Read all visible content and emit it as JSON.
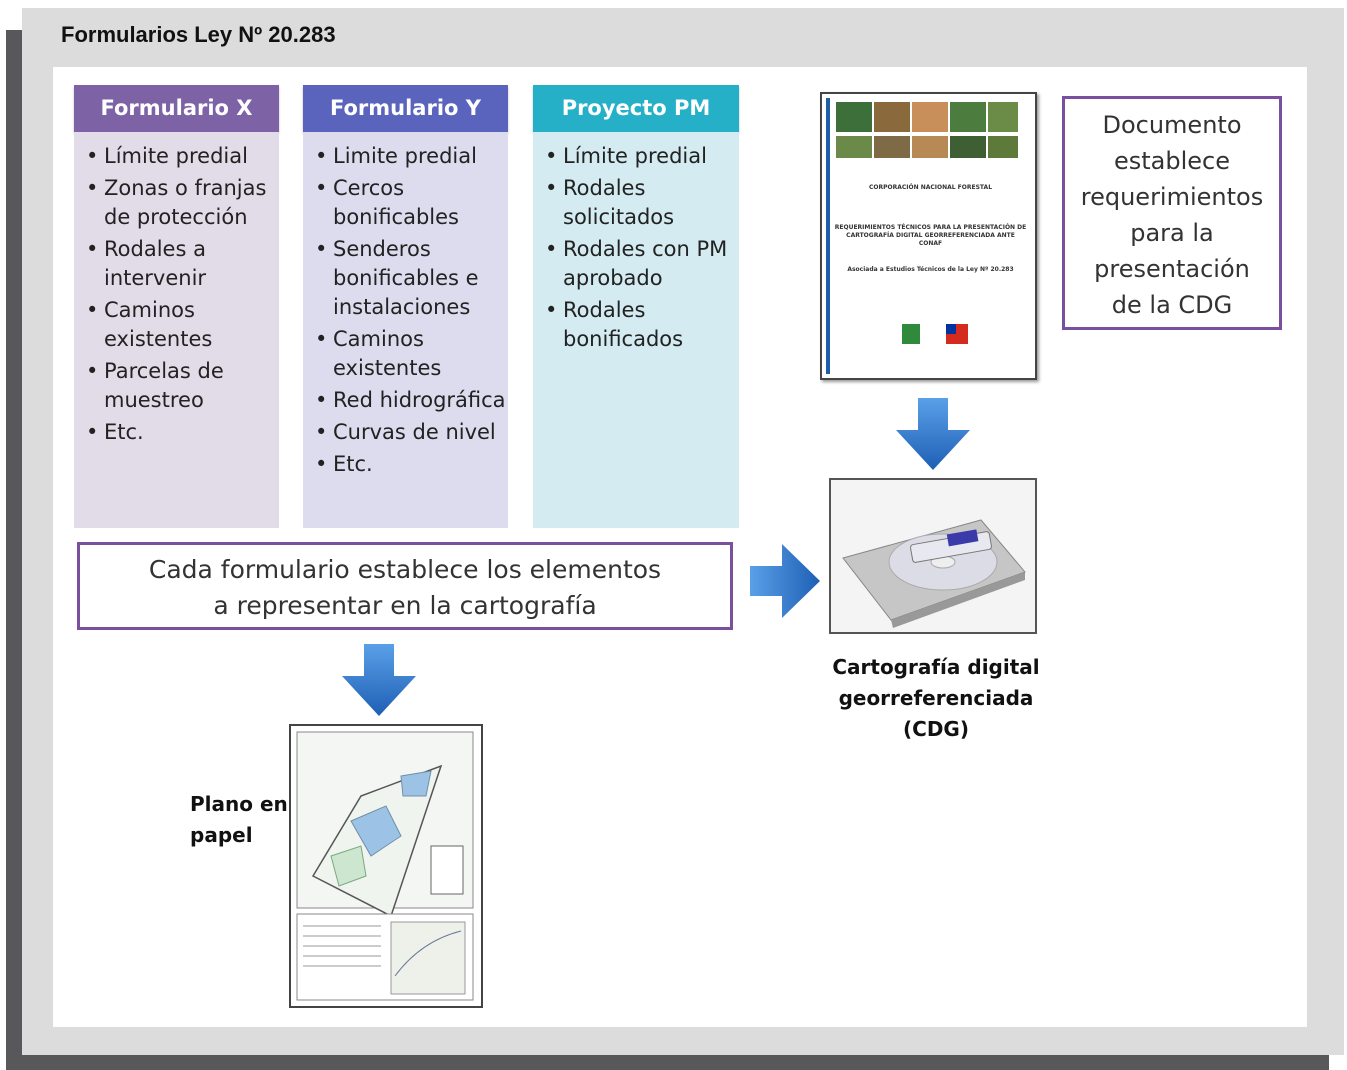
{
  "page_title": "Formularios Ley Nº 20.283",
  "columns": [
    {
      "title": "Formulario X",
      "items": [
        "Límite predial",
        "Zonas o franjas de protección",
        "Rodales a intervenir",
        "Caminos existentes",
        "Parcelas de muestreo",
        "Etc."
      ]
    },
    {
      "title": "Formulario Y",
      "items": [
        "Limite predial",
        "Cercos bonificables",
        "Senderos bonificables e instalaciones",
        "Caminos existentes",
        "Red hidrográfica",
        "Curvas de nivel",
        "Etc."
      ]
    },
    {
      "title": "Proyecto PM",
      "items": [
        "Límite predial",
        "Rodales solicitados",
        "Rodales con PM aprobado",
        "Rodales bonificados"
      ]
    }
  ],
  "cada_box": {
    "line1": "Cada formulario establece los elementos",
    "line2": "a representar en la cartografía"
  },
  "doc_box": {
    "lines": [
      "Documento",
      "establece",
      "requerimientos",
      "para la",
      "presentación",
      "de la CDG"
    ]
  },
  "cover": {
    "org": "CORPORACIÓN NACIONAL FORESTAL",
    "title": "REQUERIMIENTOS TÉCNICOS PARA LA PRESENTACIÓN DE CARTOGRAFÍA DIGITAL GEORREFERENCIADA ANTE CONAF",
    "subtitle": "Asociada a Estudios Técnicos de la Ley Nº 20.283"
  },
  "cdg_caption": {
    "line1": "Cartografía digital",
    "line2": "georreferenciada",
    "line3": "(CDG)"
  },
  "plano_caption": {
    "line1": "Plano en",
    "line2": "papel"
  },
  "colors": {
    "formulario_x": "#7d63a6",
    "formulario_y": "#5a64bd",
    "proyecto_pm": "#25b0c8",
    "box_border": "#7b4fa0",
    "arrow": "#2e74c9"
  }
}
